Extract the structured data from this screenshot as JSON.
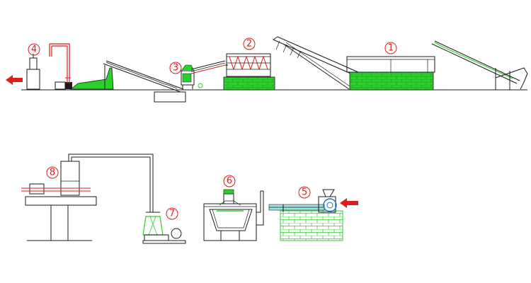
{
  "diagram": {
    "colors": {
      "accent_red": "#e11c1c",
      "green": "#2bd12b",
      "line": "#1b1b1b",
      "water": "#9fe3e3"
    },
    "stations": [
      {
        "id": "s1",
        "label": "①"
      },
      {
        "id": "s2",
        "label": "②"
      },
      {
        "id": "s3",
        "label": "③"
      },
      {
        "id": "s4",
        "label": "④"
      },
      {
        "id": "s5",
        "label": "⑤"
      },
      {
        "id": "s6",
        "label": "⑥"
      },
      {
        "id": "s7",
        "label": "⑦"
      },
      {
        "id": "s8",
        "label": "⑧"
      }
    ],
    "arrows": [
      {
        "id": "out-arrow",
        "direction": "left",
        "icon": "red-arrow-left-icon"
      },
      {
        "id": "in-arrow",
        "direction": "left",
        "icon": "red-arrow-left-icon"
      }
    ]
  }
}
